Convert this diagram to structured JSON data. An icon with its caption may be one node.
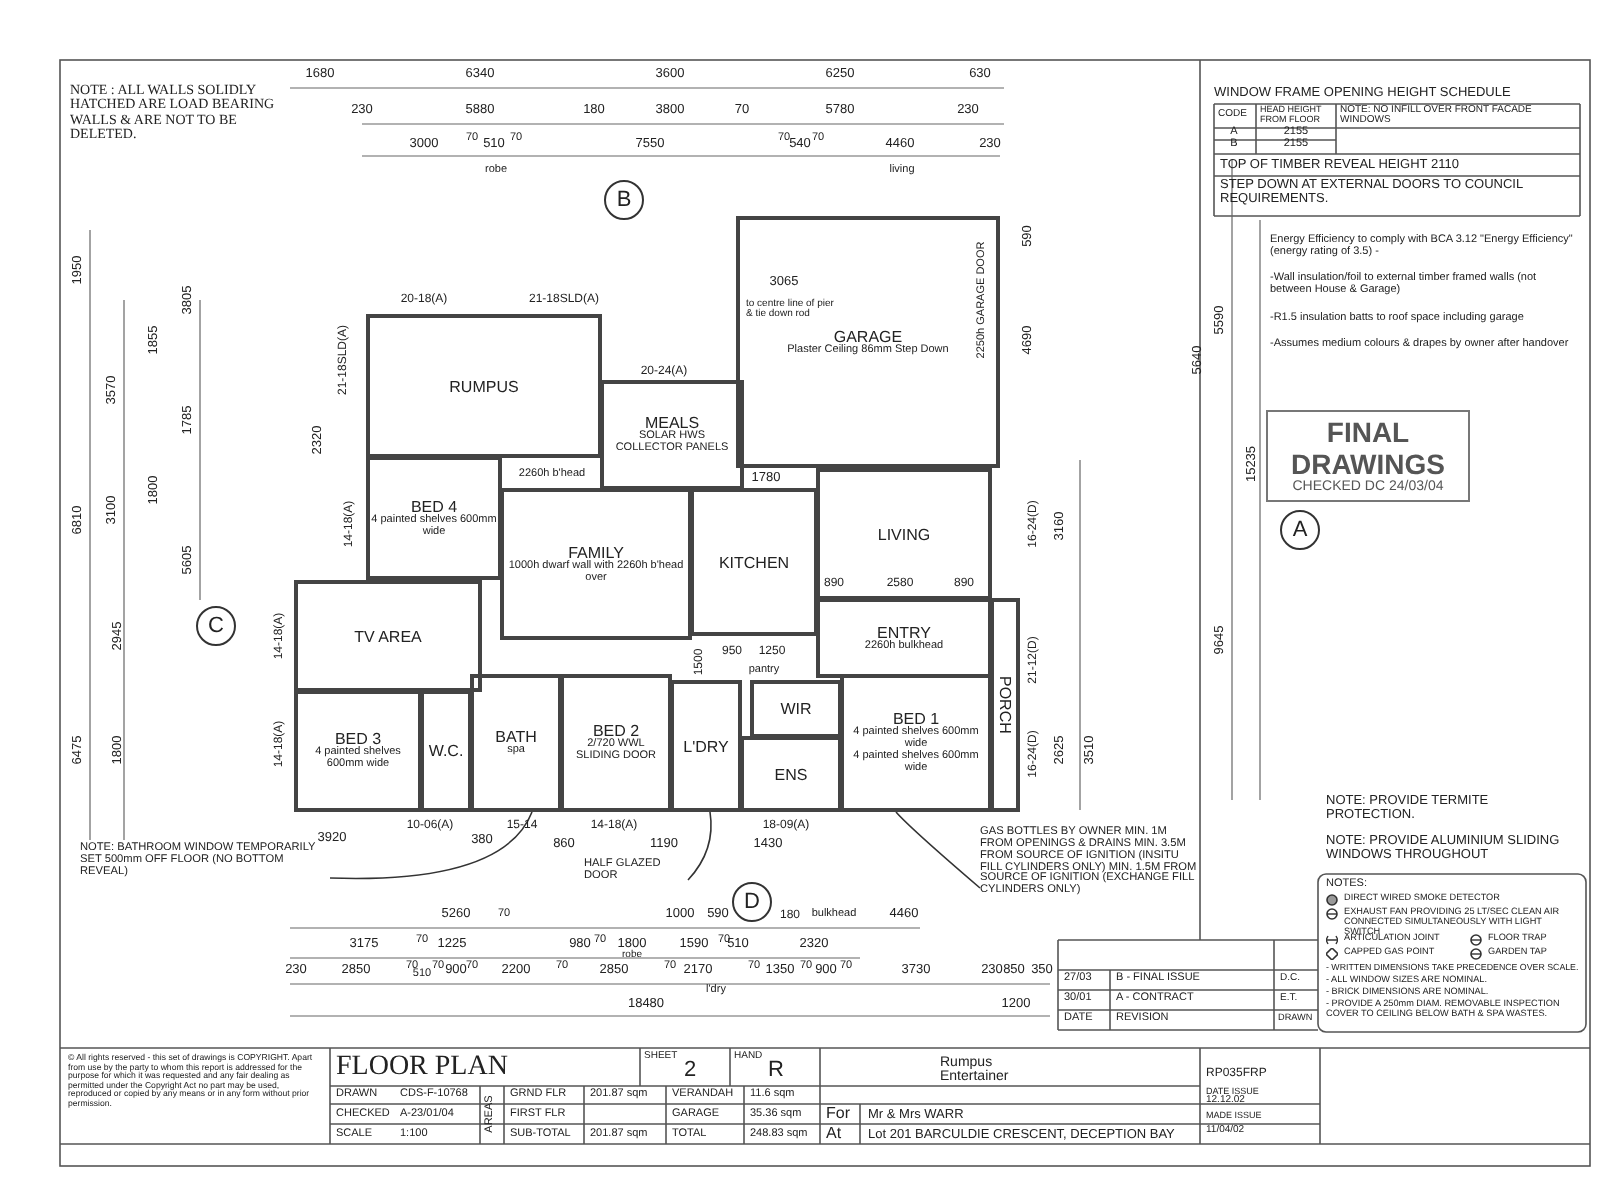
{
  "diagram": {
    "title": "FLOOR PLAN",
    "nodes": [
      {
        "text": [
          "RUMPUS"
        ]
      },
      {
        "text": [
          "MEALS",
          "SOLAR HWS COLLECTOR PANELS"
        ]
      },
      {
        "text": [
          "FAMILY",
          "1000h dwarf wall with 2260h b'head over"
        ]
      },
      {
        "text": [
          "GARAGE",
          "Plaster Ceiling 86mm Step Down"
        ]
      },
      {
        "text": [
          "BED 4",
          "4 painted shelves 600mm wide"
        ]
      },
      {
        "text": [
          "KITCHEN"
        ]
      },
      {
        "text": [
          "LIVING"
        ]
      },
      {
        "text": [
          "TV AREA"
        ]
      },
      {
        "text": [
          "ENTRY",
          "2260h bulkhead"
        ]
      },
      {
        "text": [
          "BED 3",
          "4 painted shelves 600mm wide"
        ]
      },
      {
        "text": [
          "W.C."
        ]
      },
      {
        "text": [
          "BATH",
          "spa"
        ]
      },
      {
        "text": [
          "BED 2",
          "2/720 WWL SLIDING DOOR"
        ]
      },
      {
        "text": [
          "L'DRY"
        ]
      },
      {
        "text": [
          "WIR"
        ]
      },
      {
        "text": [
          "ENS"
        ]
      },
      {
        "text": [
          "BED 1",
          "4 painted shelves 600mm wide",
          "4 painted shelves 600mm wide"
        ]
      },
      {
        "text": [
          "PORCH"
        ]
      },
      {
        "text": [
          "FINAL DRAWINGS",
          "CHECKED DC 24/03/04"
        ]
      },
      {
        "text": [
          "NOTE: BATHROOM WINDOW TEMPORARILY SET 500mm OFF FLOOR (NO BOTTOM REVEAL)"
        ]
      },
      {
        "text": [
          "HALF GLAZED DOOR"
        ]
      },
      {
        "text": [
          "GAS BOTTLES BY OWNER MIN. 1M FROM OPENINGS & DRAINS MIN. 3.5M FROM SOURCE OF IGNITION (INSITU FILL CYLINDERS ONLY) MIN. 1.5M FROM SOURCE OF IGNITION (EXCHANGE FILL CYLINDERS ONLY)"
        ]
      }
    ],
    "edges": [
      {
        "from": 19,
        "to": 11,
        "arrow": "none"
      },
      {
        "from": 20,
        "to": 13,
        "arrow": "none"
      },
      {
        "from": 21,
        "to": 16,
        "arrow": "none"
      }
    ],
    "labels": [
      "NOTE : ALL WALLS SOLIDLY HATCHED ARE LOAD BEARING WALLS & ARE NOT TO BE DELETED.",
      "1680",
      "6340",
      "3600",
      "6250",
      "630",
      "230",
      "5880",
      "180",
      "3800",
      "70",
      "5780",
      "230",
      "3000",
      "70",
      "510",
      "70",
      "7550",
      "70",
      "540",
      "70",
      "4460",
      "230",
      "robe",
      "living",
      "B",
      "1950",
      "6810",
      "3570",
      "3100",
      "1855",
      "1800",
      "3805",
      "1785",
      "5605",
      "2320",
      "2945",
      "6475",
      "1800",
      "C",
      "20-18(A)",
      "21-18SLD(A)",
      "20-24(A)",
      "21-18SLD(A)",
      "14-18(A)",
      "14-18(A)",
      "14-18(A)",
      "3065",
      "to centre line of pier & tie down rod",
      "2250h GARAGE DOOR",
      "2260h b'head",
      "1780",
      "890",
      "2580",
      "890",
      "950",
      "1250",
      "1500",
      "pantry",
      "16-24(D)",
      "21-12(D)",
      "16-24(D)",
      "590",
      "4690",
      "3160",
      "2625",
      "3510",
      "5640",
      "5590",
      "15235",
      "9645",
      "A",
      "3920",
      "10-06(A)",
      "15-14",
      "380",
      "860",
      "14-18(A)",
      "1190",
      "18-09(A)",
      "1430",
      "D",
      "5260",
      "70",
      "1000",
      "590",
      "180",
      "bulkhead",
      "4460",
      "3175",
      "70",
      "1225",
      "980",
      "70",
      "1800",
      "robe",
      "1590",
      "70",
      "510",
      "2320",
      "230",
      "2850",
      "70",
      "510",
      "70",
      "900",
      "70",
      "2200",
      "70",
      "2850",
      "70",
      "2170",
      "70",
      "1350",
      "70",
      "900",
      "70",
      "3730",
      "230",
      "850",
      "350",
      "l'dry",
      "18480",
      "1200",
      "WINDOW FRAME OPENING HEIGHT SCHEDULE",
      "CODE",
      "HEAD HEIGHT FROM FLOOR",
      "NOTE: NO INFILL OVER FRONT FACADE WINDOWS",
      "A",
      "2155",
      "B",
      "2155",
      "TOP OF TIMBER REVEAL HEIGHT 2110",
      "STEP DOWN AT EXTERNAL DOORS TO COUNCIL REQUIREMENTS.",
      "Energy Efficiency to comply with BCA 3.12 \"Energy Efficiency\" (energy rating of 3.5) -",
      "-Wall insulation/foil to external timber framed walls (not between House & Garage)",
      "-R1.5 insulation batts to roof space including garage",
      "-Assumes medium colours & drapes by owner after handover",
      "NOTE: PROVIDE TERMITE PROTECTION.",
      "NOTE: PROVIDE ALUMINIUM SLIDING WINDOWS THROUGHOUT",
      "NOTES:",
      "- WRITTEN DIMENSIONS TAKE PRECEDENCE OVER SCALE.",
      "- ALL WINDOW SIZES ARE NOMINAL.",
      "- BRICK DIMENSIONS ARE NOMINAL.",
      "- PROVIDE A 250mm DIAM. REMOVABLE INSPECTION COVER TO CEILING BELOW BATH & SPA WASTES.",
      "27/03",
      "B - FINAL ISSUE",
      "D.C.",
      "30/01",
      "A - CONTRACT",
      "E.T.",
      "DATE",
      "REVISION",
      "DRAWN",
      "© All rights reserved - this set of drawings is COPYRIGHT. Apart from use by the party to whom this report is addressed for the purpose for which it was requested and any fair dealing as permitted under the Copyright Act no part may be used, reproduced or copied by any means or in any form without prior permission.",
      "SHEET",
      "2",
      "HAND",
      "R",
      "Rumpus Entertainer",
      "DRAWN",
      "CDS-F-10768",
      "CHECKED",
      "A-23/01/04",
      "SCALE",
      "1:100",
      "AREAS",
      "GRND FLR",
      "201.87 sqm",
      "VERANDAH",
      "11.6 sqm",
      "FIRST FLR",
      "GARAGE",
      "35.36 sqm",
      "SUB-TOTAL",
      "201.87 sqm",
      "TOTAL",
      "248.83 sqm",
      "For",
      "Mr & Mrs WARR",
      "At",
      "Lot 201 BARCULDIE CRESCENT, DECEPTION BAY",
      "RP035FRP",
      "DATE ISSUE",
      "12.12.02",
      "MADE ISSUE",
      "11/04/02"
    ],
    "legend": [
      {
        "text": "DIRECT WIRED SMOKE DETECTOR"
      },
      {
        "text": "EXHAUST FAN PROVIDING 25 LT/SEC CLEAN AIR CONNECTED SIMULTANEOUSLY WITH LIGHT SWITCH"
      },
      {
        "text": "ARTICULATION JOINT"
      },
      {
        "text": "FLOOR TRAP"
      },
      {
        "text": "CAPPED GAS POINT"
      },
      {
        "text": "GARDEN TAP"
      }
    ]
  }
}
